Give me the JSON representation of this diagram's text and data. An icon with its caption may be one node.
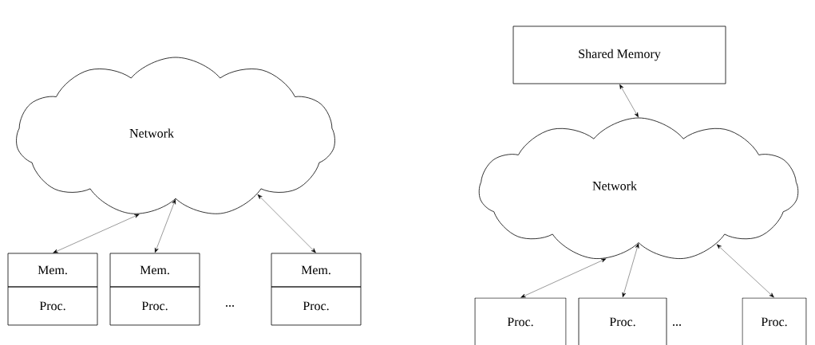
{
  "diagram": {
    "nodes": [
      {
        "text": [
          "Network"
        ]
      },
      {
        "text": [
          "Mem."
        ]
      },
      {
        "text": [
          "Proc."
        ]
      },
      {
        "text": [
          "Mem."
        ]
      },
      {
        "text": [
          "Proc."
        ]
      },
      {
        "text": [
          "Mem."
        ]
      },
      {
        "text": [
          "Proc."
        ]
      },
      {
        "text": [
          "Shared Memory"
        ]
      },
      {
        "text": [
          "Network"
        ]
      },
      {
        "text": [
          "Proc."
        ]
      },
      {
        "text": [
          "Proc."
        ]
      },
      {
        "text": [
          "Proc."
        ]
      }
    ],
    "edges": [
      {
        "from": 0,
        "to": 1,
        "arrow": "both"
      },
      {
        "from": 0,
        "to": 3,
        "arrow": "both"
      },
      {
        "from": 0,
        "to": 5,
        "arrow": "both"
      },
      {
        "from": 7,
        "to": 8,
        "arrow": "both"
      },
      {
        "from": 8,
        "to": 9,
        "arrow": "both"
      },
      {
        "from": 8,
        "to": 10,
        "arrow": "both"
      },
      {
        "from": 8,
        "to": 11,
        "arrow": "both"
      }
    ],
    "labels": [
      "...",
      "..."
    ]
  }
}
